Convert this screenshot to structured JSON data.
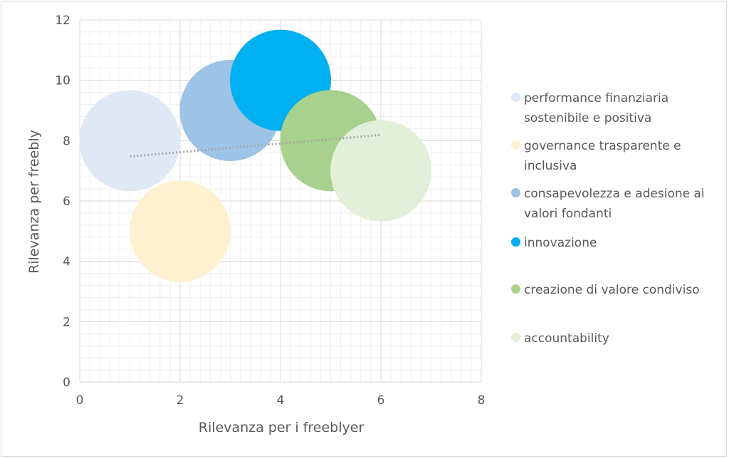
{
  "chart_data": {
    "type": "bubble",
    "title": "",
    "xlabel": "Rilevanza per i freeblyer",
    "ylabel": "Rilevanza per freebly",
    "xlim": [
      0,
      8
    ],
    "ylim": [
      0,
      12
    ],
    "x_ticks": [
      0,
      2,
      4,
      6,
      8
    ],
    "y_ticks": [
      0,
      2,
      4,
      6,
      8,
      10,
      12
    ],
    "grid": "major and minor",
    "legend_position": "right",
    "trendline": {
      "type": "linear",
      "style": "dotted",
      "color": "#a6a6a6",
      "x_range": [
        1,
        6
      ]
    },
    "series": [
      {
        "name": "performance finanziaria sostenibile e positiva",
        "x": 1,
        "y": 8,
        "size": 1,
        "color": "#dfe9f6"
      },
      {
        "name": "governance trasparente e inclusiva",
        "x": 2,
        "y": 5,
        "size": 1,
        "color": "#fff1cf"
      },
      {
        "name": "consapevolezza e adesione ai valori fondanti",
        "x": 3,
        "y": 9,
        "size": 1,
        "color": "#9dc3e6"
      },
      {
        "name": "innovazione",
        "x": 4,
        "y": 10,
        "size": 1,
        "color": "#00b0f0"
      },
      {
        "name": "creazione di valore condiviso",
        "x": 5,
        "y": 8,
        "size": 1,
        "color": "#a9d18e"
      },
      {
        "name": "accountability",
        "x": 6,
        "y": 7,
        "size": 1,
        "color": "#e2efd9"
      }
    ]
  }
}
